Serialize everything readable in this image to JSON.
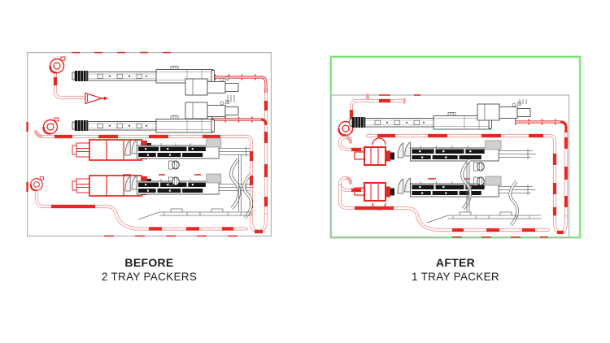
{
  "captions": {
    "before": {
      "title": "BEFORE",
      "subtitle": "2 TRAY PACKERS"
    },
    "after": {
      "title": "AFTER",
      "subtitle": "1 TRAY PACKER"
    }
  },
  "colors": {
    "conveyor_red": "#e42823",
    "route_pink": "#f2a9a9",
    "machinery_dark": "#161616",
    "machinery_gray": "#6e6e6e",
    "border_gray": "#b2b2b2",
    "highlight_green": "#79e079",
    "background": "#ffffff"
  }
}
